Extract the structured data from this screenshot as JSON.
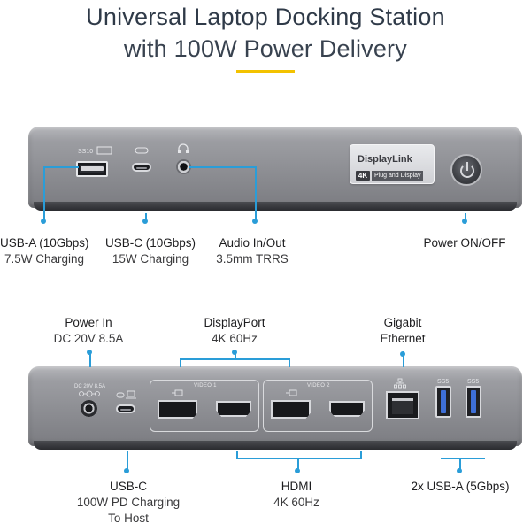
{
  "title": {
    "line1": "Universal Laptop Docking Station",
    "line2": "with 100W Power Delivery"
  },
  "front": {
    "badge": {
      "logo": "DisplayLink",
      "tag_4k": "4K",
      "tag_text": "Plug and Display"
    },
    "callouts": [
      {
        "name": "USB-A (10Gbps)",
        "sub": "7.5W Charging"
      },
      {
        "name": "USB-C (10Gbps)",
        "sub": "15W Charging"
      },
      {
        "name": "Audio In/Out",
        "sub": "3.5mm TRRS"
      },
      {
        "name": "Power ON/OFF",
        "sub": ""
      }
    ]
  },
  "back": {
    "dc_label": "DC 20V 8.5A",
    "video1": "VIDEO 1",
    "video2": "VIDEO 2",
    "callouts_top": [
      {
        "name": "Power In",
        "sub": "DC 20V 8.5A"
      },
      {
        "name": "DisplayPort",
        "sub": "4K 60Hz"
      },
      {
        "name": "Gigabit",
        "sub": "Ethernet"
      }
    ],
    "callouts_bottom": [
      {
        "name": "USB-C",
        "sub1": "100W PD Charging",
        "sub2": "To Host"
      },
      {
        "name": "HDMI",
        "sub1": "4K 60Hz"
      },
      {
        "name": "2x USB-A (5Gbps)"
      }
    ]
  },
  "colors": {
    "accent_line": "#2a9dd8",
    "title_underline": "#f3c200",
    "dock_body": "#8d8e93"
  }
}
